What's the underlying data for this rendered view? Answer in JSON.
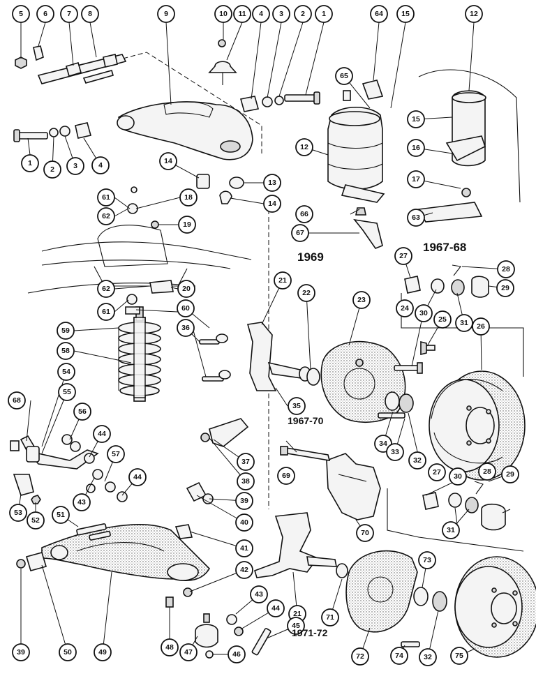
{
  "captions": {
    "year_1969": "1969",
    "year_1967_68": "1967-68",
    "year_1967_70": "1967-70",
    "year_1971_72": "1971-72"
  },
  "callouts": [
    "1",
    "2",
    "3",
    "4",
    "5",
    "6",
    "7",
    "8",
    "9",
    "10",
    "11",
    "12",
    "13",
    "14",
    "15",
    "16",
    "17",
    "18",
    "19",
    "20",
    "21",
    "22",
    "23",
    "24",
    "25",
    "26",
    "27",
    "28",
    "29",
    "30",
    "31",
    "32",
    "33",
    "34",
    "35",
    "36",
    "37",
    "38",
    "39",
    "40",
    "41",
    "42",
    "43",
    "44",
    "45",
    "46",
    "47",
    "48",
    "49",
    "50",
    "51",
    "52",
    "53",
    "54",
    "55",
    "56",
    "57",
    "58",
    "59",
    "60",
    "61",
    "62",
    "63",
    "64",
    "65",
    "66",
    "67",
    "68",
    "69",
    "70",
    "71",
    "72",
    "73",
    "74",
    "75"
  ],
  "colors": {
    "ink": "#111111",
    "paper": "#ffffff",
    "shade": "#d9d9d9"
  }
}
